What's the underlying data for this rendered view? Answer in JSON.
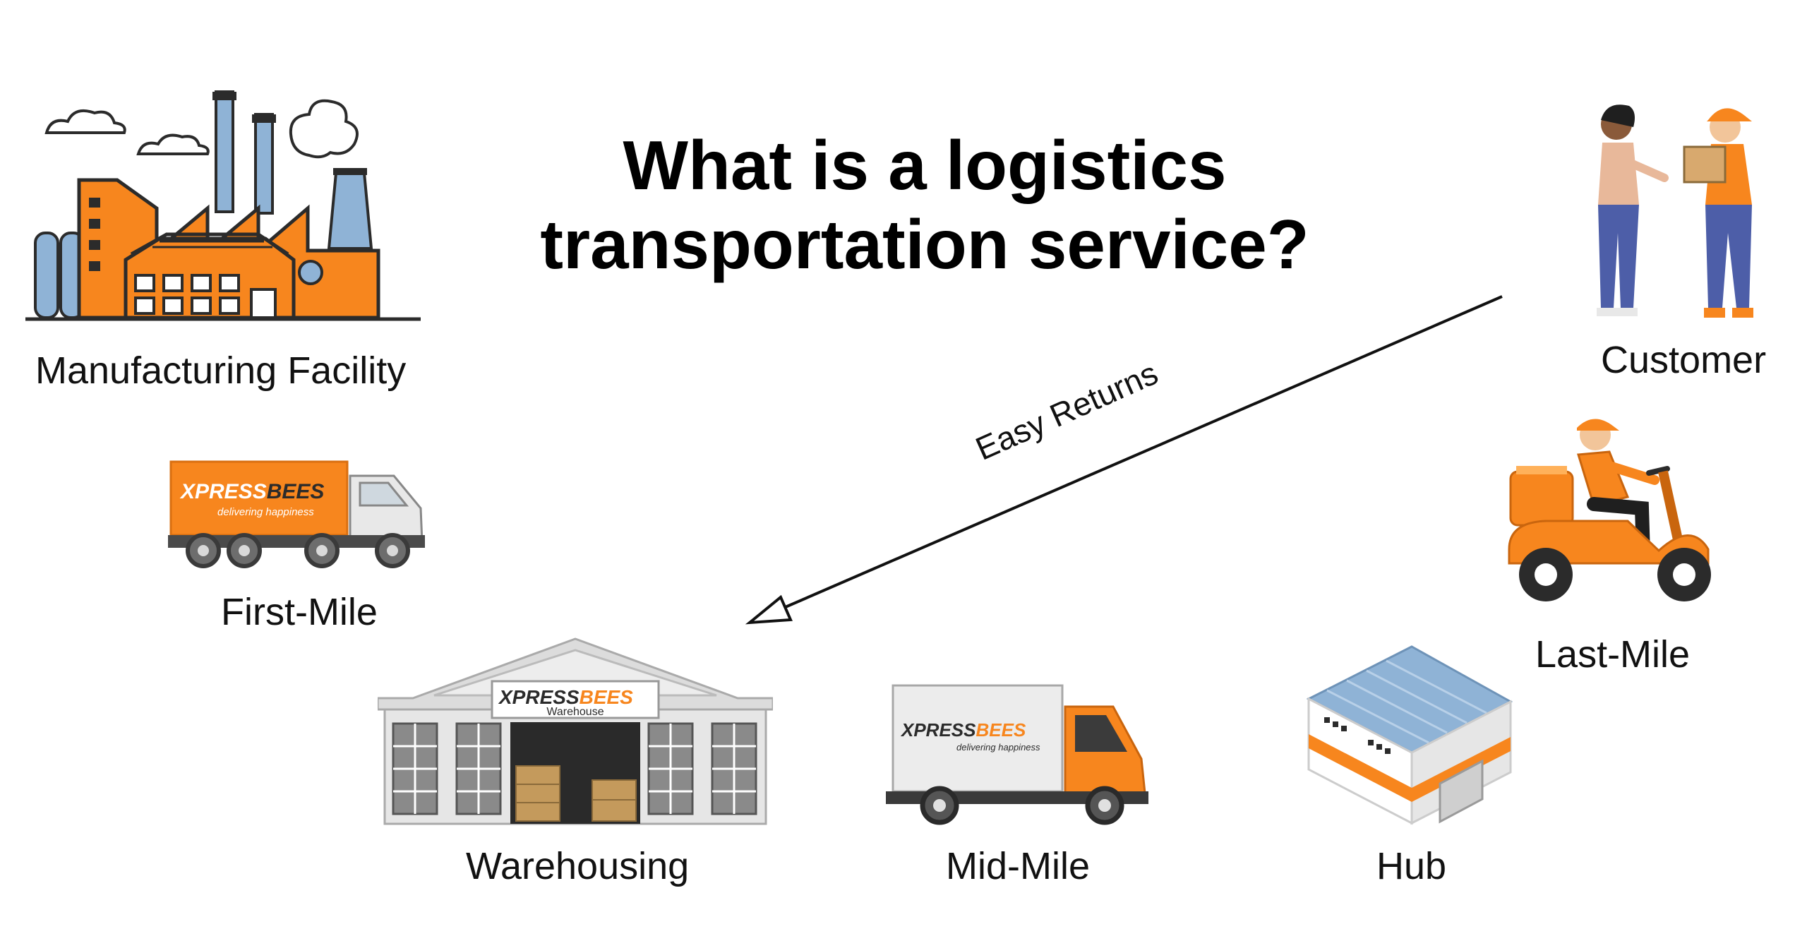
{
  "title": {
    "line1": "What is a logistics",
    "line2": "transportation service?"
  },
  "stages": {
    "manufacturing": "Manufacturing Facility",
    "first_mile": "First-Mile",
    "warehousing": "Warehousing",
    "mid_mile": "Mid-Mile",
    "hub": "Hub",
    "last_mile": "Last-Mile",
    "customer": "Customer"
  },
  "returns_label": "Easy Returns",
  "brand": {
    "name_part1": "XPRESS",
    "name_part2": "BEES",
    "tagline": "delivering happiness",
    "warehouse_caption": "Warehouse"
  },
  "colors": {
    "brand_orange": "#f7861e",
    "dark": "#2b2b2b",
    "steel_blue": "#8fb3d6",
    "grey": "#c9c9c9"
  }
}
